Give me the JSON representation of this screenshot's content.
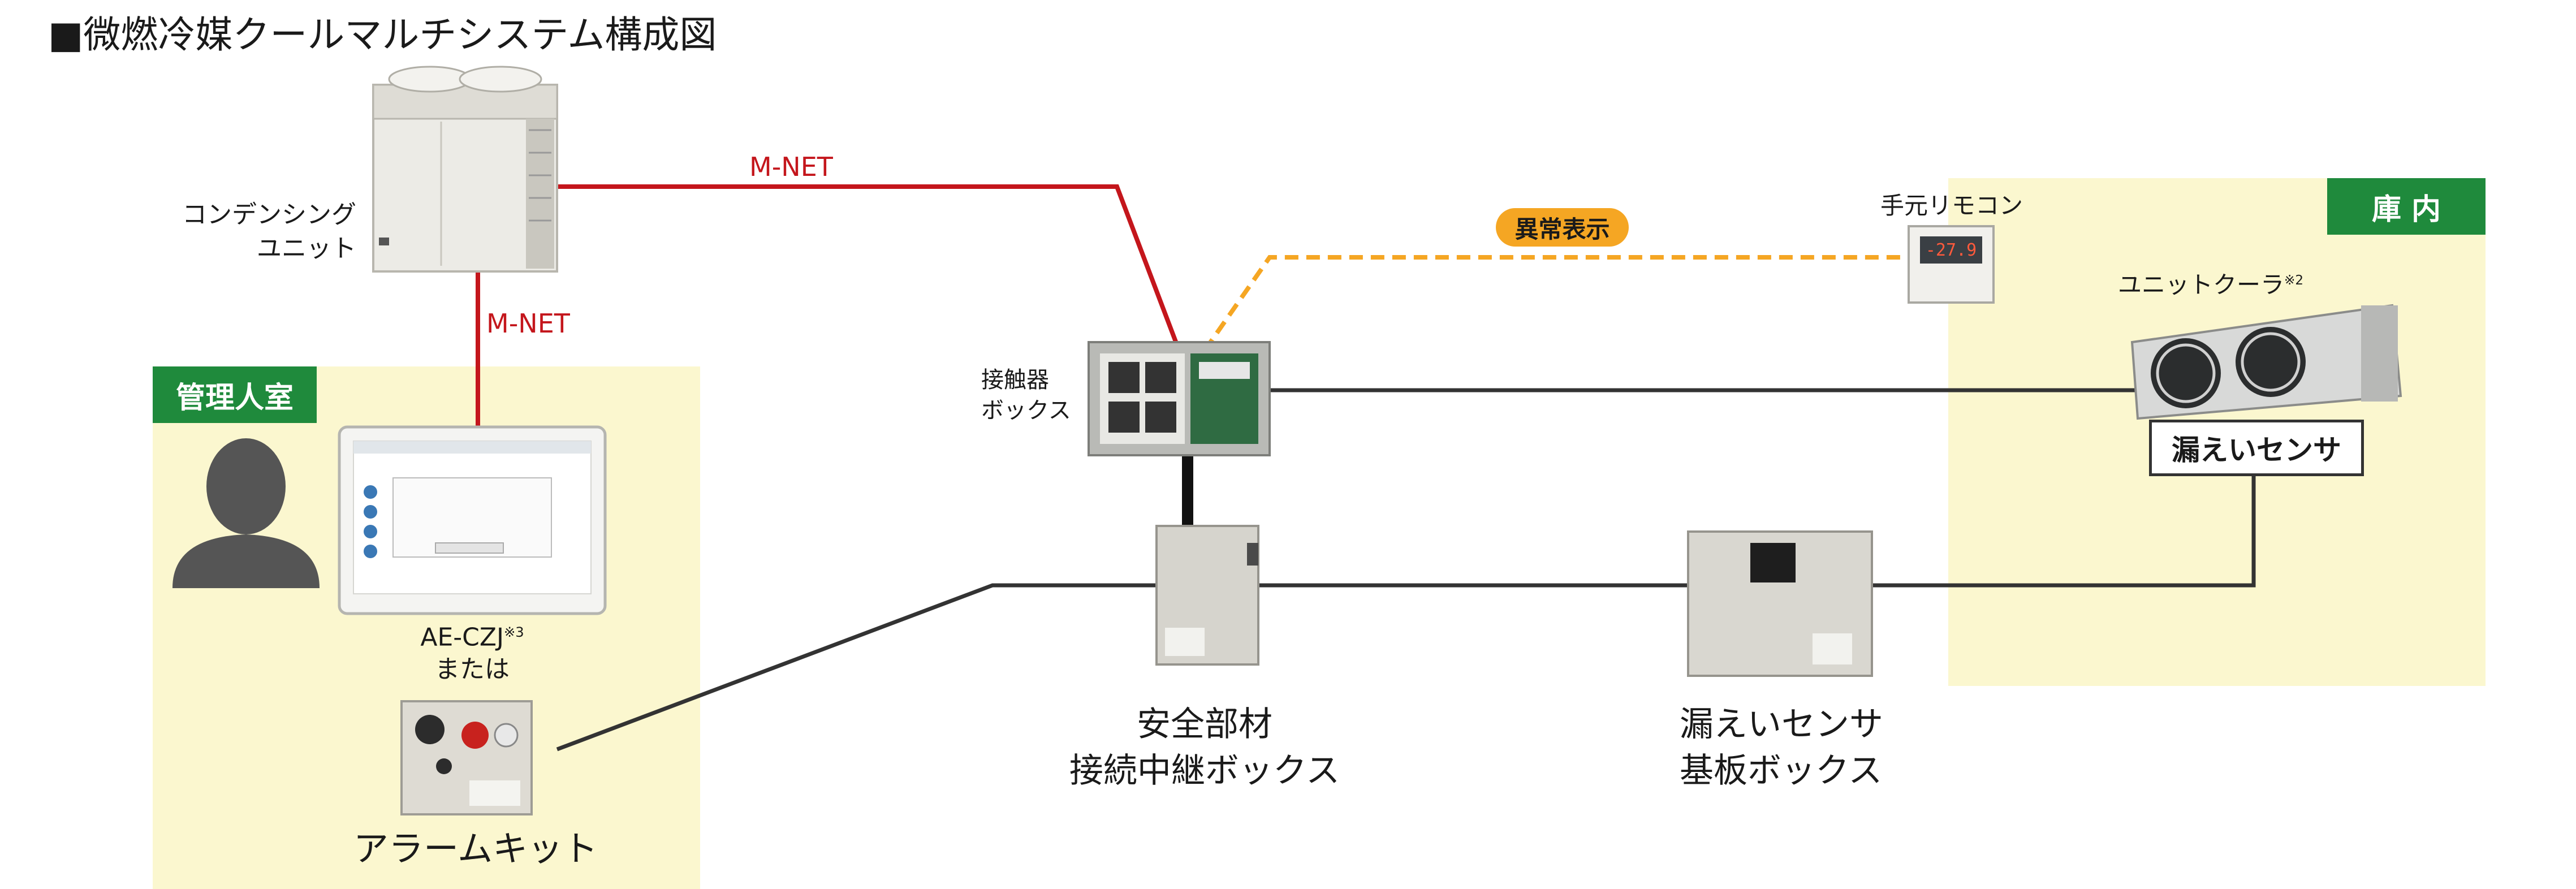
{
  "title": "■微燃冷媒クールマルチシステム構成図",
  "zones": {
    "admin_room": "管理人室",
    "in_store": "庫 内"
  },
  "links": {
    "mnet_top": "M-NET",
    "mnet_left": "M-NET",
    "abnormal_display": "異常表示"
  },
  "devices": {
    "condensing_unit": [
      "コンデンシング",
      "ユニット"
    ],
    "contactor_box": [
      "接触器",
      "ボックス"
    ],
    "remote_controller": "手元リモコン",
    "remote_display": "-27.9",
    "unit_cooler": "ユニットクーラ",
    "unit_cooler_note": "※2",
    "leak_sensor": "漏えいセンサ",
    "ae_czj": "AE-CZJ",
    "ae_czj_note": "※3",
    "or": "または",
    "alarm_kit": "アラームキット",
    "safety_box": [
      "安全部材",
      "接続中継ボックス"
    ],
    "sensor_box": [
      "漏えいセンサ",
      "基板ボックス"
    ]
  },
  "colors": {
    "mnet_line": "#c4161c",
    "signal_line": "#333333",
    "abnormal_line": "#f5a623",
    "zone_bg": "#fbf7cf",
    "zone_tag": "#1f8a3c"
  }
}
